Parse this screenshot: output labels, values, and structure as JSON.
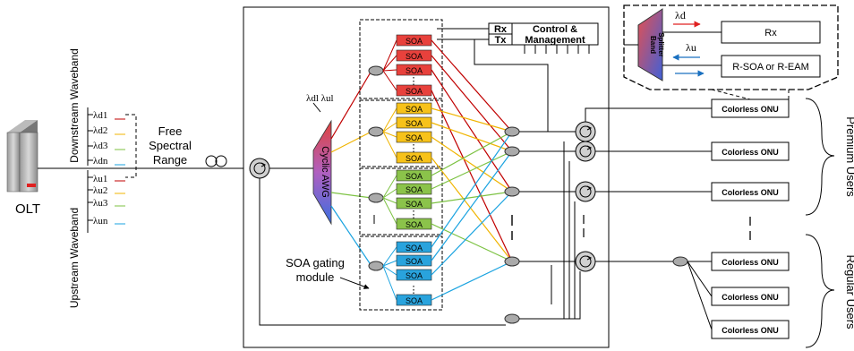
{
  "olt": {
    "label": "OLT"
  },
  "wavebands": {
    "downstream": "Downstream Waveband",
    "upstream": "Upstream Waveband",
    "downstream_items": [
      "λd1",
      "λd2",
      "λd3",
      "λdn"
    ],
    "upstream_items": [
      "λu1",
      "λu2",
      "λu3",
      "λun"
    ]
  },
  "fsr": {
    "line1": "Free",
    "line2": "Spectral",
    "line3": "Range"
  },
  "awg": {
    "label": "Cyclic AWG"
  },
  "lambda_pair_label": "λdl λul",
  "soa": {
    "label": "SOA",
    "dots": "⋮"
  },
  "control": {
    "rx": "Rx",
    "tx": "Tx",
    "line1": "Control &",
    "line2": "Management"
  },
  "inset": {
    "band_splitter_line1": "Band",
    "band_splitter_line2": "Splitter",
    "lambda_d": "λd",
    "lambda_u": "λu",
    "rx": "Rx",
    "rsoa": "R-SOA or R-EAM"
  },
  "onu": {
    "label": "Colorless ONU"
  },
  "groups": {
    "premium": "Premium Users",
    "regular": "Regular Users"
  },
  "soa_gating_label": {
    "line1": "SOA gating",
    "line2": "module"
  },
  "colors": {
    "red_soa": "#e8413c",
    "yellow_soa": "#f7c21a",
    "green_soa": "#8bc34a",
    "blue_soa": "#29a3dd",
    "red_line": "#c00000",
    "yellow_line": "#f0b400",
    "green_line": "#7cc242",
    "blue_line": "#1aa3e0"
  }
}
